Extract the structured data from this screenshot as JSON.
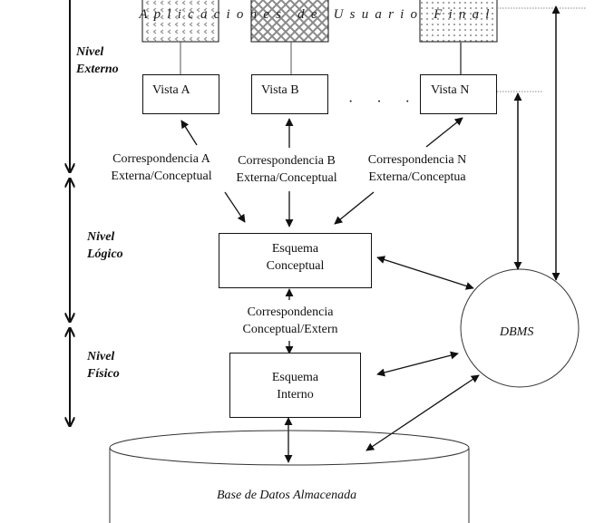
{
  "diagram": {
    "title_strip": "Aplicaciones de Usuario Final",
    "levels": [
      {
        "line1": "Nivel",
        "line2": "Externo"
      },
      {
        "line1": "Nivel",
        "line2": "Lógico"
      },
      {
        "line1": "Nivel",
        "line2": "Físico"
      }
    ],
    "views": [
      {
        "label": "Vista A"
      },
      {
        "label": "Vista B"
      },
      {
        "label": "Vista N"
      }
    ],
    "ellipsis": "· · ·",
    "mappings": [
      {
        "line1": "Correspondencia A",
        "line2": "Externa/Conceptual"
      },
      {
        "line1": "Correspondencia B",
        "line2": "Externa/Conceptual"
      },
      {
        "line1": "Correspondencia N",
        "line2": "Externa/Conceptua"
      }
    ],
    "conceptual_schema": {
      "line1": "Esquema",
      "line2": "Conceptual"
    },
    "conceptual_internal_mapping": {
      "line1": "Correspondencia",
      "line2": "Conceptual/Extern"
    },
    "internal_schema": {
      "line1": "Esquema",
      "line2": "Interno"
    },
    "dbms": "DBMS",
    "database": "Base de Datos Almacenada"
  }
}
